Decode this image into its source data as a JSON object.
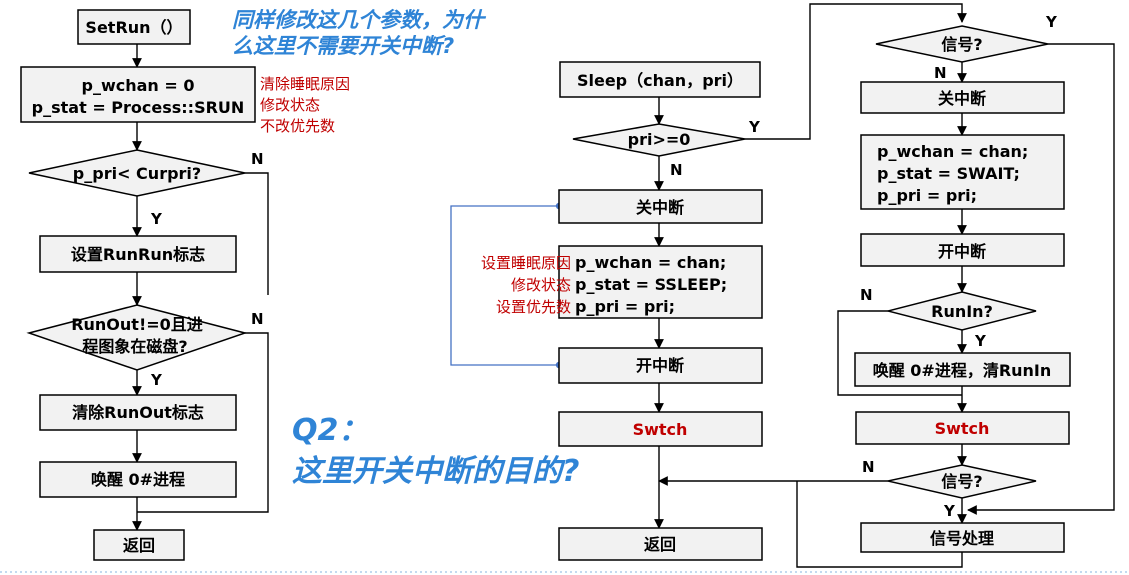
{
  "left_flow": {
    "start": "SetRun（）",
    "assign_1": "p_wchan = 0",
    "assign_2": "p_stat = Process::SRUN",
    "note_1": "清除睡眠原因",
    "note_2": "修改状态",
    "note_3": "不改优先数",
    "cond_1": "p_pri< Curpri?",
    "set_runrun": "设置RunRun标志",
    "cond_2_line1": "RunOut!=0且进",
    "cond_2_line2": "程图象在磁盘?",
    "clear_runout": "清除RunOut标志",
    "wake_0": "唤醒 0#进程",
    "ret": "返回"
  },
  "questions": {
    "q1_line1": "同样修改这几个参数，为什",
    "q1_line2": "么这里不需要开关中断?",
    "q2_line1": "Q2：",
    "q2_line2": "这里开关中断的目的?"
  },
  "mid_flow": {
    "start": "Sleep（chan，pri）",
    "cond": "pri>=0",
    "disable_int": "关中断",
    "assign_1": "p_wchan = chan;",
    "assign_2": "p_stat = SSLEEP;",
    "assign_3": "p_pri = pri;",
    "note_1": "设置睡眠原因",
    "note_2": "修改状态",
    "note_3": "设置优先数",
    "enable_int": "开中断",
    "swtch": "Swtch",
    "ret": "返回"
  },
  "right_flow": {
    "signal_1": "信号?",
    "disable_int": "关中断",
    "assign_1": "p_wchan = chan;",
    "assign_2": "p_stat = SWAIT;",
    "assign_3": "p_pri = pri;",
    "enable_int": "开中断",
    "runin": "RunIn?",
    "wake_clear": "唤醒 0#进程，清RunIn",
    "swtch": "Swtch",
    "signal_2": "信号?",
    "handle": "信号处理"
  },
  "branch_labels": {
    "yes": "Y",
    "no": "N"
  },
  "colors": {
    "accent_red": "#c00000",
    "question_blue": "#2f84d6",
    "link_blue": "#4472c4",
    "box_fill": "#f2f2f2"
  }
}
